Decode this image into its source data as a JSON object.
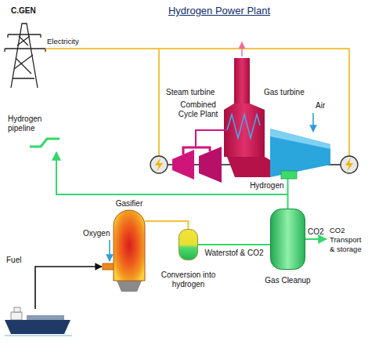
{
  "diagram": {
    "title": "Hydrogen Power Plant",
    "nodes": [
      {
        "text": [
          "Steam turbine"
        ]
      },
      {
        "text": [
          "Gas turbine"
        ]
      },
      {
        "text": [
          "Gasifier"
        ]
      },
      {
        "text": [
          "Conversion into hydrogen"
        ]
      },
      {
        "text": [
          "Gas Cleanup"
        ]
      }
    ],
    "edges": [
      {
        "from": 2,
        "to": 3,
        "arrow": "none"
      },
      {
        "from": 3,
        "to": 4,
        "label": "Waterstof & CO2",
        "arrow": "none"
      },
      {
        "from": 4,
        "to": 1,
        "label": "Hydrogen",
        "arrow": "none"
      }
    ],
    "labels": [
      "C.GEN",
      "Electricity",
      "Combined Cycle Plant",
      "Air",
      "Hydrogen pipeline",
      "Oxygen",
      "Fuel",
      "CO2",
      "CO2 Transport & storage"
    ]
  }
}
